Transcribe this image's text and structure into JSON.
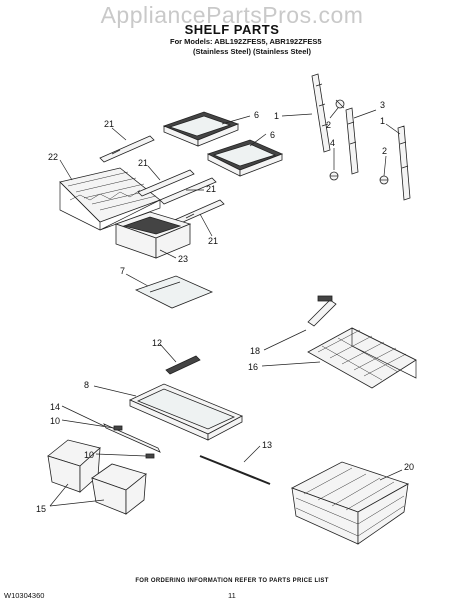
{
  "watermark": "AppliancePartsPros.com",
  "title": "SHELF PARTS",
  "models_line": "For Models: ABL192ZFES5, ABR192ZFES5",
  "finish_line": "(Stainless Steel) (Stainless Steel)",
  "callouts": {
    "c21a": "21",
    "c22": "22",
    "c21b": "21",
    "c21c": "21",
    "c21d": "21",
    "c6a": "6",
    "c6b": "6",
    "c23": "23",
    "c1a": "1",
    "c2a": "2",
    "c4": "4",
    "c3": "3",
    "c1b": "1",
    "c2b": "2",
    "c7": "7",
    "c18": "18",
    "c16": "16",
    "c12": "12",
    "c8": "8",
    "c14": "14",
    "c10a": "10",
    "c10b": "10",
    "c13": "13",
    "c15": "15",
    "c20": "20"
  },
  "footer_note": "FOR ORDERING INFORMATION REFER TO PARTS PRICE LIST",
  "doc_number": "W10304360",
  "page_number": "11"
}
